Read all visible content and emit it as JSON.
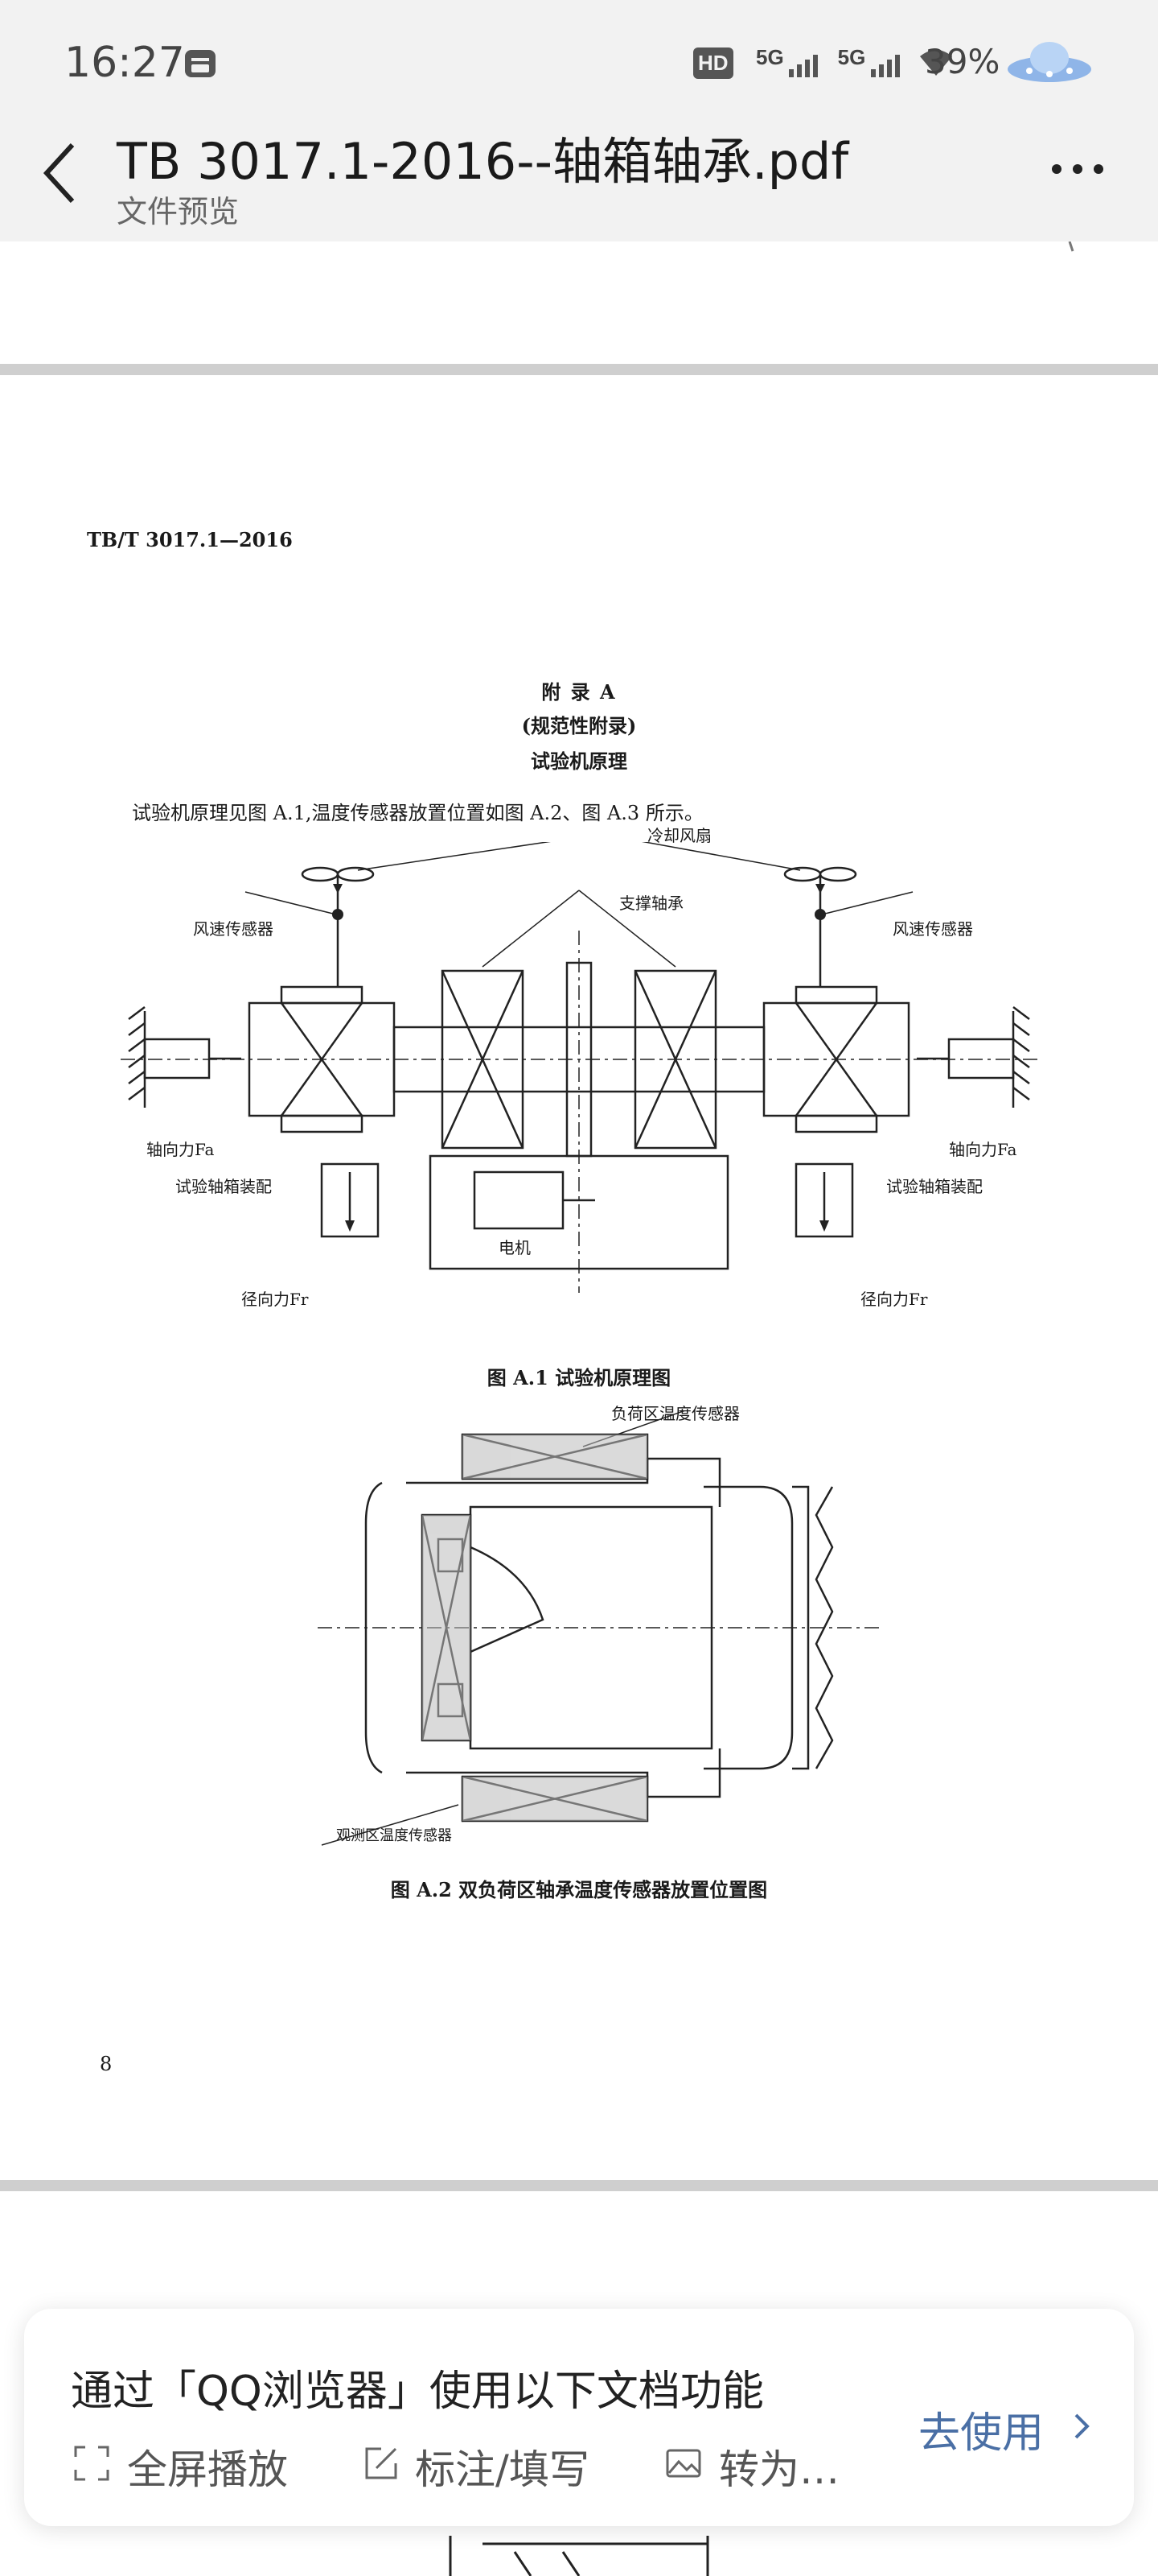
{
  "status_bar": {
    "time": "16:27",
    "battery": "39%",
    "network_badges": [
      "HD",
      "5G",
      "5G"
    ]
  },
  "header": {
    "title": "TB 3017.1-2016--轴箱轴承.pdf",
    "subtitle": "文件预览"
  },
  "document": {
    "standard_number": "TB/T 3017.1—2016",
    "appendix_title": "附 录 A",
    "appendix_type": "(规范性附录)",
    "appendix_name": "试验机原理",
    "paragraph": "试验机原理见图 A.1,温度传感器放置位置如图 A.2、图 A.3 所示。",
    "fig1": {
      "caption": "图 A.1 试验机原理图",
      "labels": {
        "cooling_fan": "冷却风扇",
        "wind_sensor_left": "风速传感器",
        "wind_sensor_right": "风速传感器",
        "support_bearing": "支撑轴承",
        "axial_left": "轴向力Fa",
        "axial_right": "轴向力Fa",
        "test_assembly_left": "试验轴箱装配",
        "test_assembly_right": "试验轴箱装配",
        "motor": "电机",
        "radial_left": "径向力Fr",
        "radial_right": "径向力Fr"
      }
    },
    "fig2": {
      "caption": "图 A.2 双负荷区轴承温度传感器放置位置图",
      "labels": {
        "load_zone_sensor": "负荷区温度传感器",
        "observe_zone_sensor": "观测区温度传感器"
      }
    },
    "page_number": "8"
  },
  "banner": {
    "title": "通过「QQ浏览器」使用以下文档功能",
    "features": [
      "全屏播放",
      "标注/填写",
      "转为…"
    ],
    "cta": "去使用"
  }
}
